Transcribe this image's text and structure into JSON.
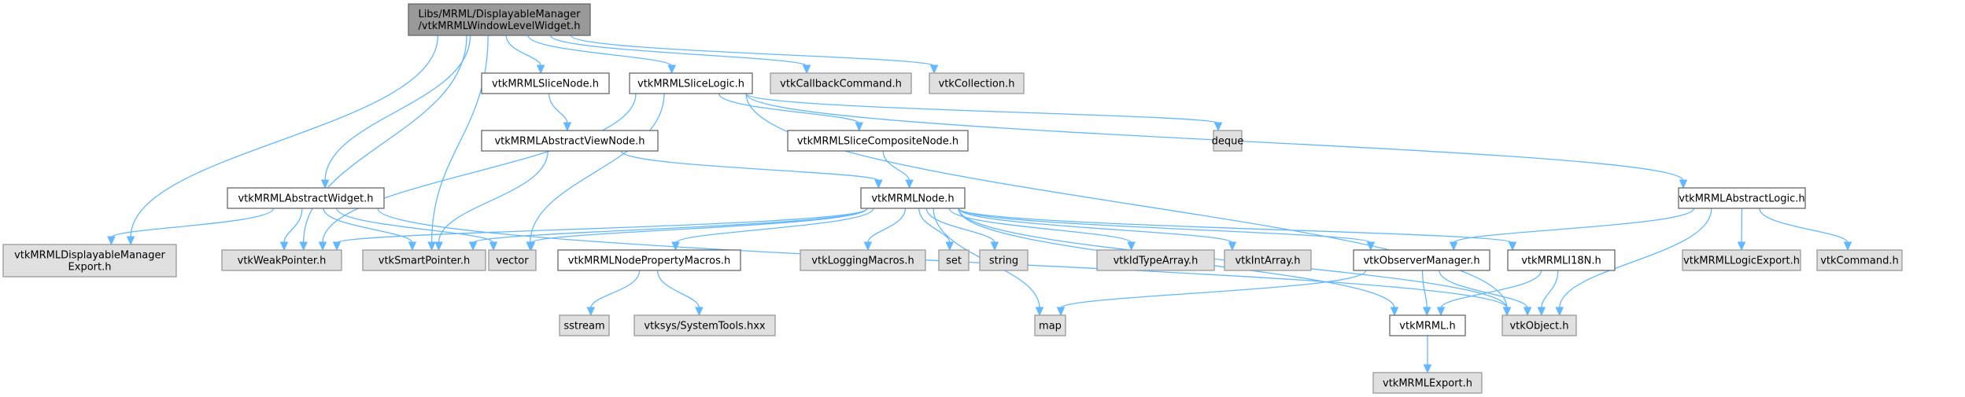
{
  "title": "Libs/MRML/DisplayableManager/vtkMRMLWindowLevelWidget.h",
  "colors": {
    "edge": "#63b8ff",
    "main_fill": "#999999",
    "local_fill": "#ffffff",
    "external_fill": "#e0e0e0"
  },
  "nodes": [
    {
      "id": "main",
      "kind": "main",
      "lines": [
        "Libs/MRML/DisplayableManager",
        "/vtkMRMLWindowLevelWidget.h"
      ]
    },
    {
      "id": "slicenode",
      "kind": "local",
      "lines": [
        "vtkMRMLSliceNode.h"
      ]
    },
    {
      "id": "slicelogic",
      "kind": "local",
      "lines": [
        "vtkMRMLSliceLogic.h"
      ]
    },
    {
      "id": "callbackcommand",
      "kind": "external",
      "lines": [
        "vtkCallbackCommand.h"
      ]
    },
    {
      "id": "collection",
      "kind": "external",
      "lines": [
        "vtkCollection.h"
      ]
    },
    {
      "id": "abstractviewnode",
      "kind": "local",
      "lines": [
        "vtkMRMLAbstractViewNode.h"
      ]
    },
    {
      "id": "slicecompositenode",
      "kind": "local",
      "lines": [
        "vtkMRMLSliceCompositeNode.h"
      ]
    },
    {
      "id": "deque",
      "kind": "external",
      "lines": [
        "deque"
      ]
    },
    {
      "id": "abstractwidget",
      "kind": "local",
      "lines": [
        "vtkMRMLAbstractWidget.h"
      ]
    },
    {
      "id": "mrmlnode",
      "kind": "local",
      "lines": [
        "vtkMRMLNode.h"
      ]
    },
    {
      "id": "abstractlogic",
      "kind": "local",
      "lines": [
        "vtkMRMLAbstractLogic.h"
      ]
    },
    {
      "id": "dmexport",
      "kind": "external",
      "lines": [
        "vtkMRMLDisplayableManager",
        "Export.h"
      ]
    },
    {
      "id": "weakpointer",
      "kind": "external",
      "lines": [
        "vtkWeakPointer.h"
      ]
    },
    {
      "id": "smartpointer",
      "kind": "external",
      "lines": [
        "vtkSmartPointer.h"
      ]
    },
    {
      "id": "vector",
      "kind": "external",
      "lines": [
        "vector"
      ]
    },
    {
      "id": "propertymacros",
      "kind": "local",
      "lines": [
        "vtkMRMLNodePropertyMacros.h"
      ]
    },
    {
      "id": "loggingmacros",
      "kind": "external",
      "lines": [
        "vtkLoggingMacros.h"
      ]
    },
    {
      "id": "set",
      "kind": "external",
      "lines": [
        "set"
      ]
    },
    {
      "id": "string",
      "kind": "external",
      "lines": [
        "string"
      ]
    },
    {
      "id": "idtypearray",
      "kind": "external",
      "lines": [
        "vtkIdTypeArray.h"
      ]
    },
    {
      "id": "intarray",
      "kind": "external",
      "lines": [
        "vtkIntArray.h"
      ]
    },
    {
      "id": "observermanager",
      "kind": "local",
      "lines": [
        "vtkObserverManager.h"
      ]
    },
    {
      "id": "i18n",
      "kind": "local",
      "lines": [
        "vtkMRMLI18N.h"
      ]
    },
    {
      "id": "logicexport",
      "kind": "external",
      "lines": [
        "vtkMRMLLogicExport.h"
      ]
    },
    {
      "id": "command",
      "kind": "external",
      "lines": [
        "vtkCommand.h"
      ]
    },
    {
      "id": "sstream",
      "kind": "external",
      "lines": [
        "sstream"
      ]
    },
    {
      "id": "systemtools",
      "kind": "external",
      "lines": [
        "vtksys/SystemTools.hxx"
      ]
    },
    {
      "id": "map",
      "kind": "external",
      "lines": [
        "map"
      ]
    },
    {
      "id": "mrmlh",
      "kind": "local",
      "lines": [
        "vtkMRML.h"
      ]
    },
    {
      "id": "object",
      "kind": "external",
      "lines": [
        "vtkObject.h"
      ]
    },
    {
      "id": "mrmlexport",
      "kind": "external",
      "lines": [
        "vtkMRMLExport.h"
      ]
    }
  ],
  "edges": [
    [
      "main",
      "slicenode"
    ],
    [
      "main",
      "slicelogic"
    ],
    [
      "main",
      "callbackcommand"
    ],
    [
      "main",
      "collection"
    ],
    [
      "main",
      "abstractwidget"
    ],
    [
      "main",
      "dmexport"
    ],
    [
      "main",
      "weakpointer"
    ],
    [
      "main",
      "smartpointer"
    ],
    [
      "slicenode",
      "abstractviewnode"
    ],
    [
      "abstractviewnode",
      "mrmlnode"
    ],
    [
      "abstractviewnode",
      "smartpointer"
    ],
    [
      "slicelogic",
      "slicecompositenode"
    ],
    [
      "slicelogic",
      "deque"
    ],
    [
      "slicelogic",
      "abstractlogic"
    ],
    [
      "slicelogic",
      "weakpointer"
    ],
    [
      "slicelogic",
      "vector"
    ],
    [
      "slicelogic",
      "object"
    ],
    [
      "slicecompositenode",
      "mrmlnode"
    ],
    [
      "abstractwidget",
      "dmexport"
    ],
    [
      "abstractwidget",
      "weakpointer"
    ],
    [
      "abstractwidget",
      "smartpointer"
    ],
    [
      "abstractwidget",
      "vector"
    ],
    [
      "abstractwidget",
      "object"
    ],
    [
      "mrmlnode",
      "weakpointer"
    ],
    [
      "mrmlnode",
      "smartpointer"
    ],
    [
      "mrmlnode",
      "vector"
    ],
    [
      "mrmlnode",
      "propertymacros"
    ],
    [
      "mrmlnode",
      "loggingmacros"
    ],
    [
      "mrmlnode",
      "set"
    ],
    [
      "mrmlnode",
      "string"
    ],
    [
      "mrmlnode",
      "idtypearray"
    ],
    [
      "mrmlnode",
      "intarray"
    ],
    [
      "mrmlnode",
      "observermanager"
    ],
    [
      "mrmlnode",
      "i18n"
    ],
    [
      "mrmlnode",
      "map"
    ],
    [
      "mrmlnode",
      "mrmlh"
    ],
    [
      "mrmlnode",
      "object"
    ],
    [
      "propertymacros",
      "sstream"
    ],
    [
      "propertymacros",
      "systemtools"
    ],
    [
      "abstractlogic",
      "observermanager"
    ],
    [
      "abstractlogic",
      "logicexport"
    ],
    [
      "abstractlogic",
      "command"
    ],
    [
      "abstractlogic",
      "object"
    ],
    [
      "observermanager",
      "map"
    ],
    [
      "observermanager",
      "mrmlh"
    ],
    [
      "observermanager",
      "object"
    ],
    [
      "i18n",
      "mrmlh"
    ],
    [
      "i18n",
      "object"
    ],
    [
      "mrmlh",
      "mrmlexport"
    ]
  ]
}
